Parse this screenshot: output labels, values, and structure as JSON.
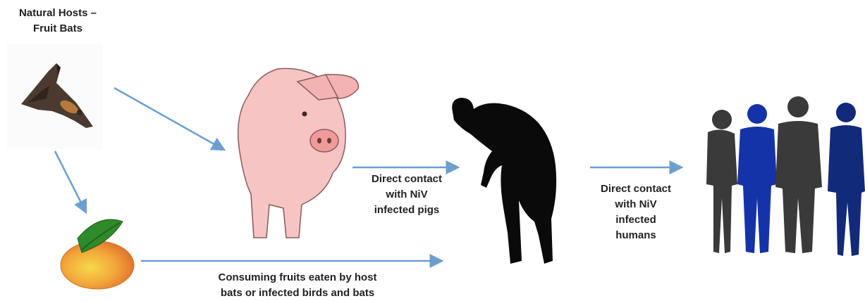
{
  "labels": {
    "hosts": [
      "Natural Hosts –",
      "Fruit Bats"
    ],
    "pig_contact": [
      "Direct contact",
      "with NiV",
      "infected pigs"
    ],
    "human_contact": [
      "Direct contact",
      "with NiV",
      "infected",
      "humans"
    ],
    "fruit_path": [
      "Consuming fruits eaten by host",
      "bats or infected birds and bats"
    ]
  },
  "icons": {
    "bat": "fruit-bat-icon",
    "pig": "pig-icon",
    "mango": "mango-fruit-icon",
    "sick_person": "sick-person-icon",
    "crowd": "people-group-icon"
  },
  "colors": {
    "arrow": "#6b9fd0",
    "text": "#222222",
    "pig": "#f7c4c4",
    "person_dark": "#3a3a3a",
    "person_blue": "#1533a8",
    "person_navy": "#122a7a"
  }
}
